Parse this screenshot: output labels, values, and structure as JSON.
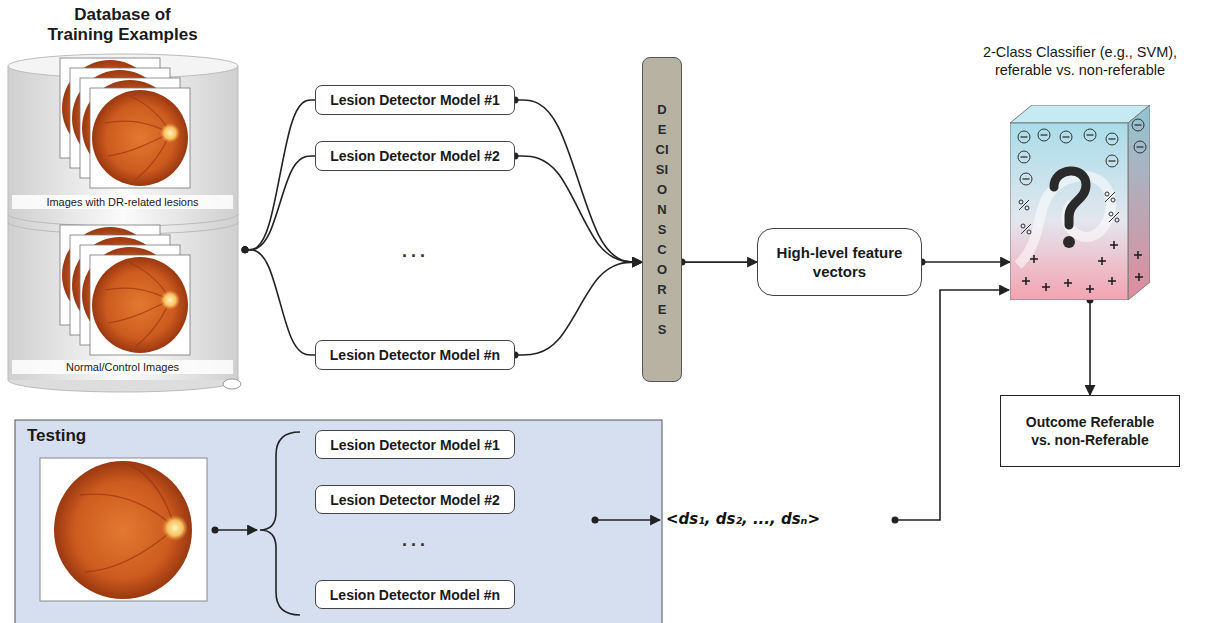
{
  "diagram": {
    "nodes": [
      {
        "text": [
          "Database of Training Examples",
          "Images with DR-related lesions",
          "Normal/Control Images"
        ]
      },
      {
        "text": [
          "Lesion Detector Model #1"
        ]
      },
      {
        "text": [
          "Lesion Detector Model #2"
        ]
      },
      {
        "text": [
          "Lesion Detector Model #n"
        ]
      },
      {
        "text": [
          "DECISION SCORES"
        ]
      },
      {
        "text": [
          "High-level feature vectors"
        ]
      },
      {
        "text": [
          "2-Class Classifier (e.g., SVM), referable vs. non-referable"
        ]
      },
      {
        "text": [
          "Outcome Referable vs. non-Referable"
        ]
      },
      {
        "text": [
          "Testing"
        ]
      },
      {
        "text": [
          "Lesion Detector Model #1"
        ],
        "in": 8
      },
      {
        "text": [
          "Lesion Detector Model #2"
        ],
        "in": 8
      },
      {
        "text": [
          "Lesion Detector Model #n"
        ],
        "in": 8
      }
    ],
    "edges": [
      {
        "from": 0,
        "to": 1,
        "arrow": "none"
      },
      {
        "from": 0,
        "to": 2,
        "arrow": "none"
      },
      {
        "from": 0,
        "to": 3,
        "arrow": "none"
      },
      {
        "from": 1,
        "to": 4,
        "arrow": "to"
      },
      {
        "from": 2,
        "to": 4,
        "arrow": "to"
      },
      {
        "from": 3,
        "to": 4,
        "arrow": "to"
      },
      {
        "from": 4,
        "to": 5,
        "arrow": "to"
      },
      {
        "from": 5,
        "to": 6,
        "arrow": "to"
      },
      {
        "from": 6,
        "to": 7,
        "arrow": "to"
      }
    ],
    "labels": [
      "...",
      "...",
      "<ds₁, ds₂, ..., dsₙ>"
    ]
  }
}
